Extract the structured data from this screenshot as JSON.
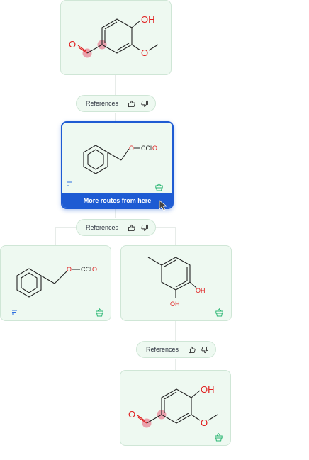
{
  "reference_label": "References",
  "more_routes_label": "More routes from here",
  "atom_labels": {
    "oh": "OH",
    "o": "O",
    "ccl": "CCl",
    "o_suffix": "O"
  },
  "colors": {
    "card_bg": "#eef9f1",
    "card_border": "#cfe6d6",
    "selected_border": "#1e5bd3",
    "highlight_atom": "#e98c9c",
    "oxygen": "#e02020",
    "chlorine": "#1aa37a",
    "icon_green": "#2bb673",
    "icon_blue": "#2f6fe0"
  },
  "icons": [
    "thumbs-up-icon",
    "thumbs-down-icon",
    "details-lines-icon",
    "basket-icon",
    "cursor-icon"
  ]
}
